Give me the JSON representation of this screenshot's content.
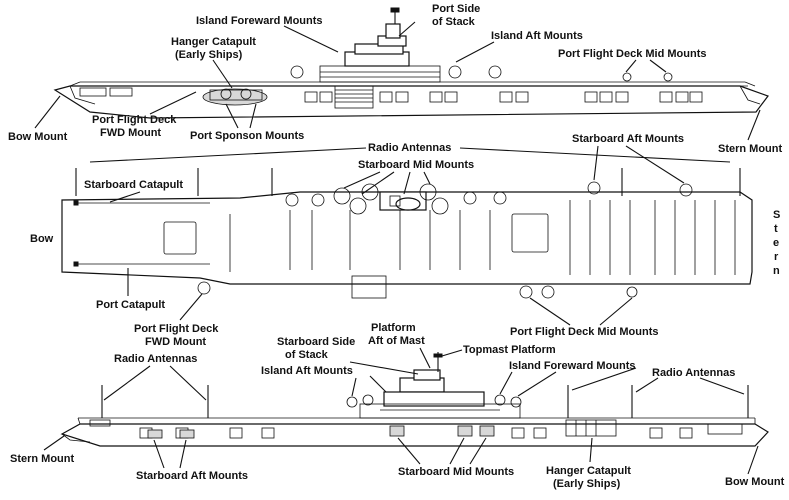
{
  "top_view_labels": {
    "island_foreward_mounts": "Island Foreward Mounts",
    "port_side_stack_1": "Port Side",
    "port_side_stack_2": "of Stack",
    "island_aft_mounts": "Island Aft Mounts",
    "hanger_catapult_1": "Hanger Catapult",
    "hanger_catapult_2": "(Early Ships)",
    "port_flight_deck_mid_mounts": "Port Flight Deck Mid Mounts",
    "bow_mount": "Bow Mount",
    "port_flight_deck_fwd_1": "Port Flight Deck",
    "port_flight_deck_fwd_2": "FWD Mount",
    "port_sponson_mounts": "Port Sponson Mounts",
    "stern_mount": "Stern Mount"
  },
  "plan_view_labels": {
    "radio_antennas": "Radio Antennas",
    "starboard_aft_mounts": "Starboard Aft Mounts",
    "starboard_mid_mounts": "Starboard Mid Mounts",
    "starboard_catapult": "Starboard Catapult",
    "bow": "Bow",
    "stern_letters": [
      "S",
      "t",
      "e",
      "r",
      "n"
    ],
    "port_catapult": "Port Catapult",
    "port_flight_deck_fwd_1": "Port Flight Deck",
    "port_flight_deck_fwd_2": "FWD Mount",
    "port_flight_deck_mid_mounts": "Port Flight Deck Mid Mounts"
  },
  "bottom_view_labels": {
    "platform_aft_of_mast_1": "Platform",
    "platform_aft_of_mast_2": "Aft of Mast",
    "starboard_side_stack_1": "Starboard Side",
    "starboard_side_stack_2": "of Stack",
    "topmast_platform": "Topmast Platform",
    "radio_antennas_left": "Radio Antennas",
    "island_aft_mounts": "Island Aft Mounts",
    "island_foreward_mounts": "Island Foreward Mounts",
    "radio_antennas_right": "Radio Antennas",
    "stern_mount": "Stern Mount",
    "starboard_aft_mounts": "Starboard Aft Mounts",
    "starboard_mid_mounts": "Starboard Mid Mounts",
    "hanger_catapult_1": "Hanger Catapult",
    "hanger_catapult_2": "(Early Ships)",
    "bow_mount": "Bow Mount"
  }
}
